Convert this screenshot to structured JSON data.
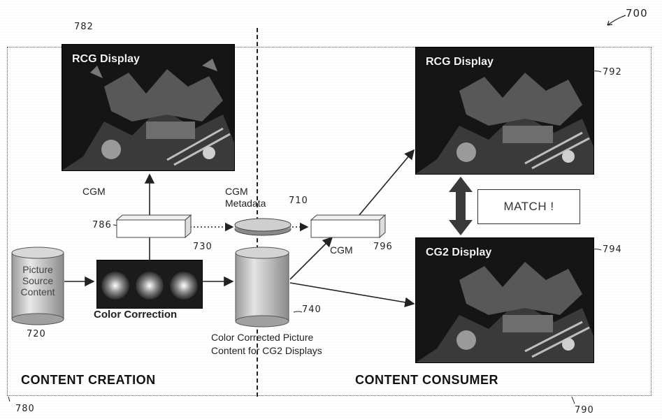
{
  "figure_number": "700",
  "sections": {
    "creation": {
      "label": "CONTENT CREATION",
      "ref": "780"
    },
    "consumer": {
      "label": "CONTENT CONSUMER",
      "ref": "790"
    }
  },
  "displays": {
    "creation_rcg": {
      "title": "RCG Display",
      "ref": "782"
    },
    "consumer_rcg": {
      "title": "RCG Display",
      "ref": "792"
    },
    "consumer_cg2": {
      "title": "CG2 Display",
      "ref": "794"
    }
  },
  "cgm_top_label": "CGM",
  "cgm_box_ref": "786",
  "metadata": {
    "label_line1": "CGM",
    "label_line2": "Metadata",
    "ref": "710"
  },
  "consumer_cgm": {
    "label": "CGM",
    "ref": "796"
  },
  "source": {
    "line1": "Picture",
    "line2": "Source",
    "line3": "Content",
    "ref": "720"
  },
  "color_correction": {
    "label": "Color Correction",
    "ref": "730"
  },
  "corrected": {
    "line1": "Color Corrected Picture",
    "line2": "Content for CG2 Displays",
    "ref": "740"
  },
  "match_label": "MATCH !"
}
